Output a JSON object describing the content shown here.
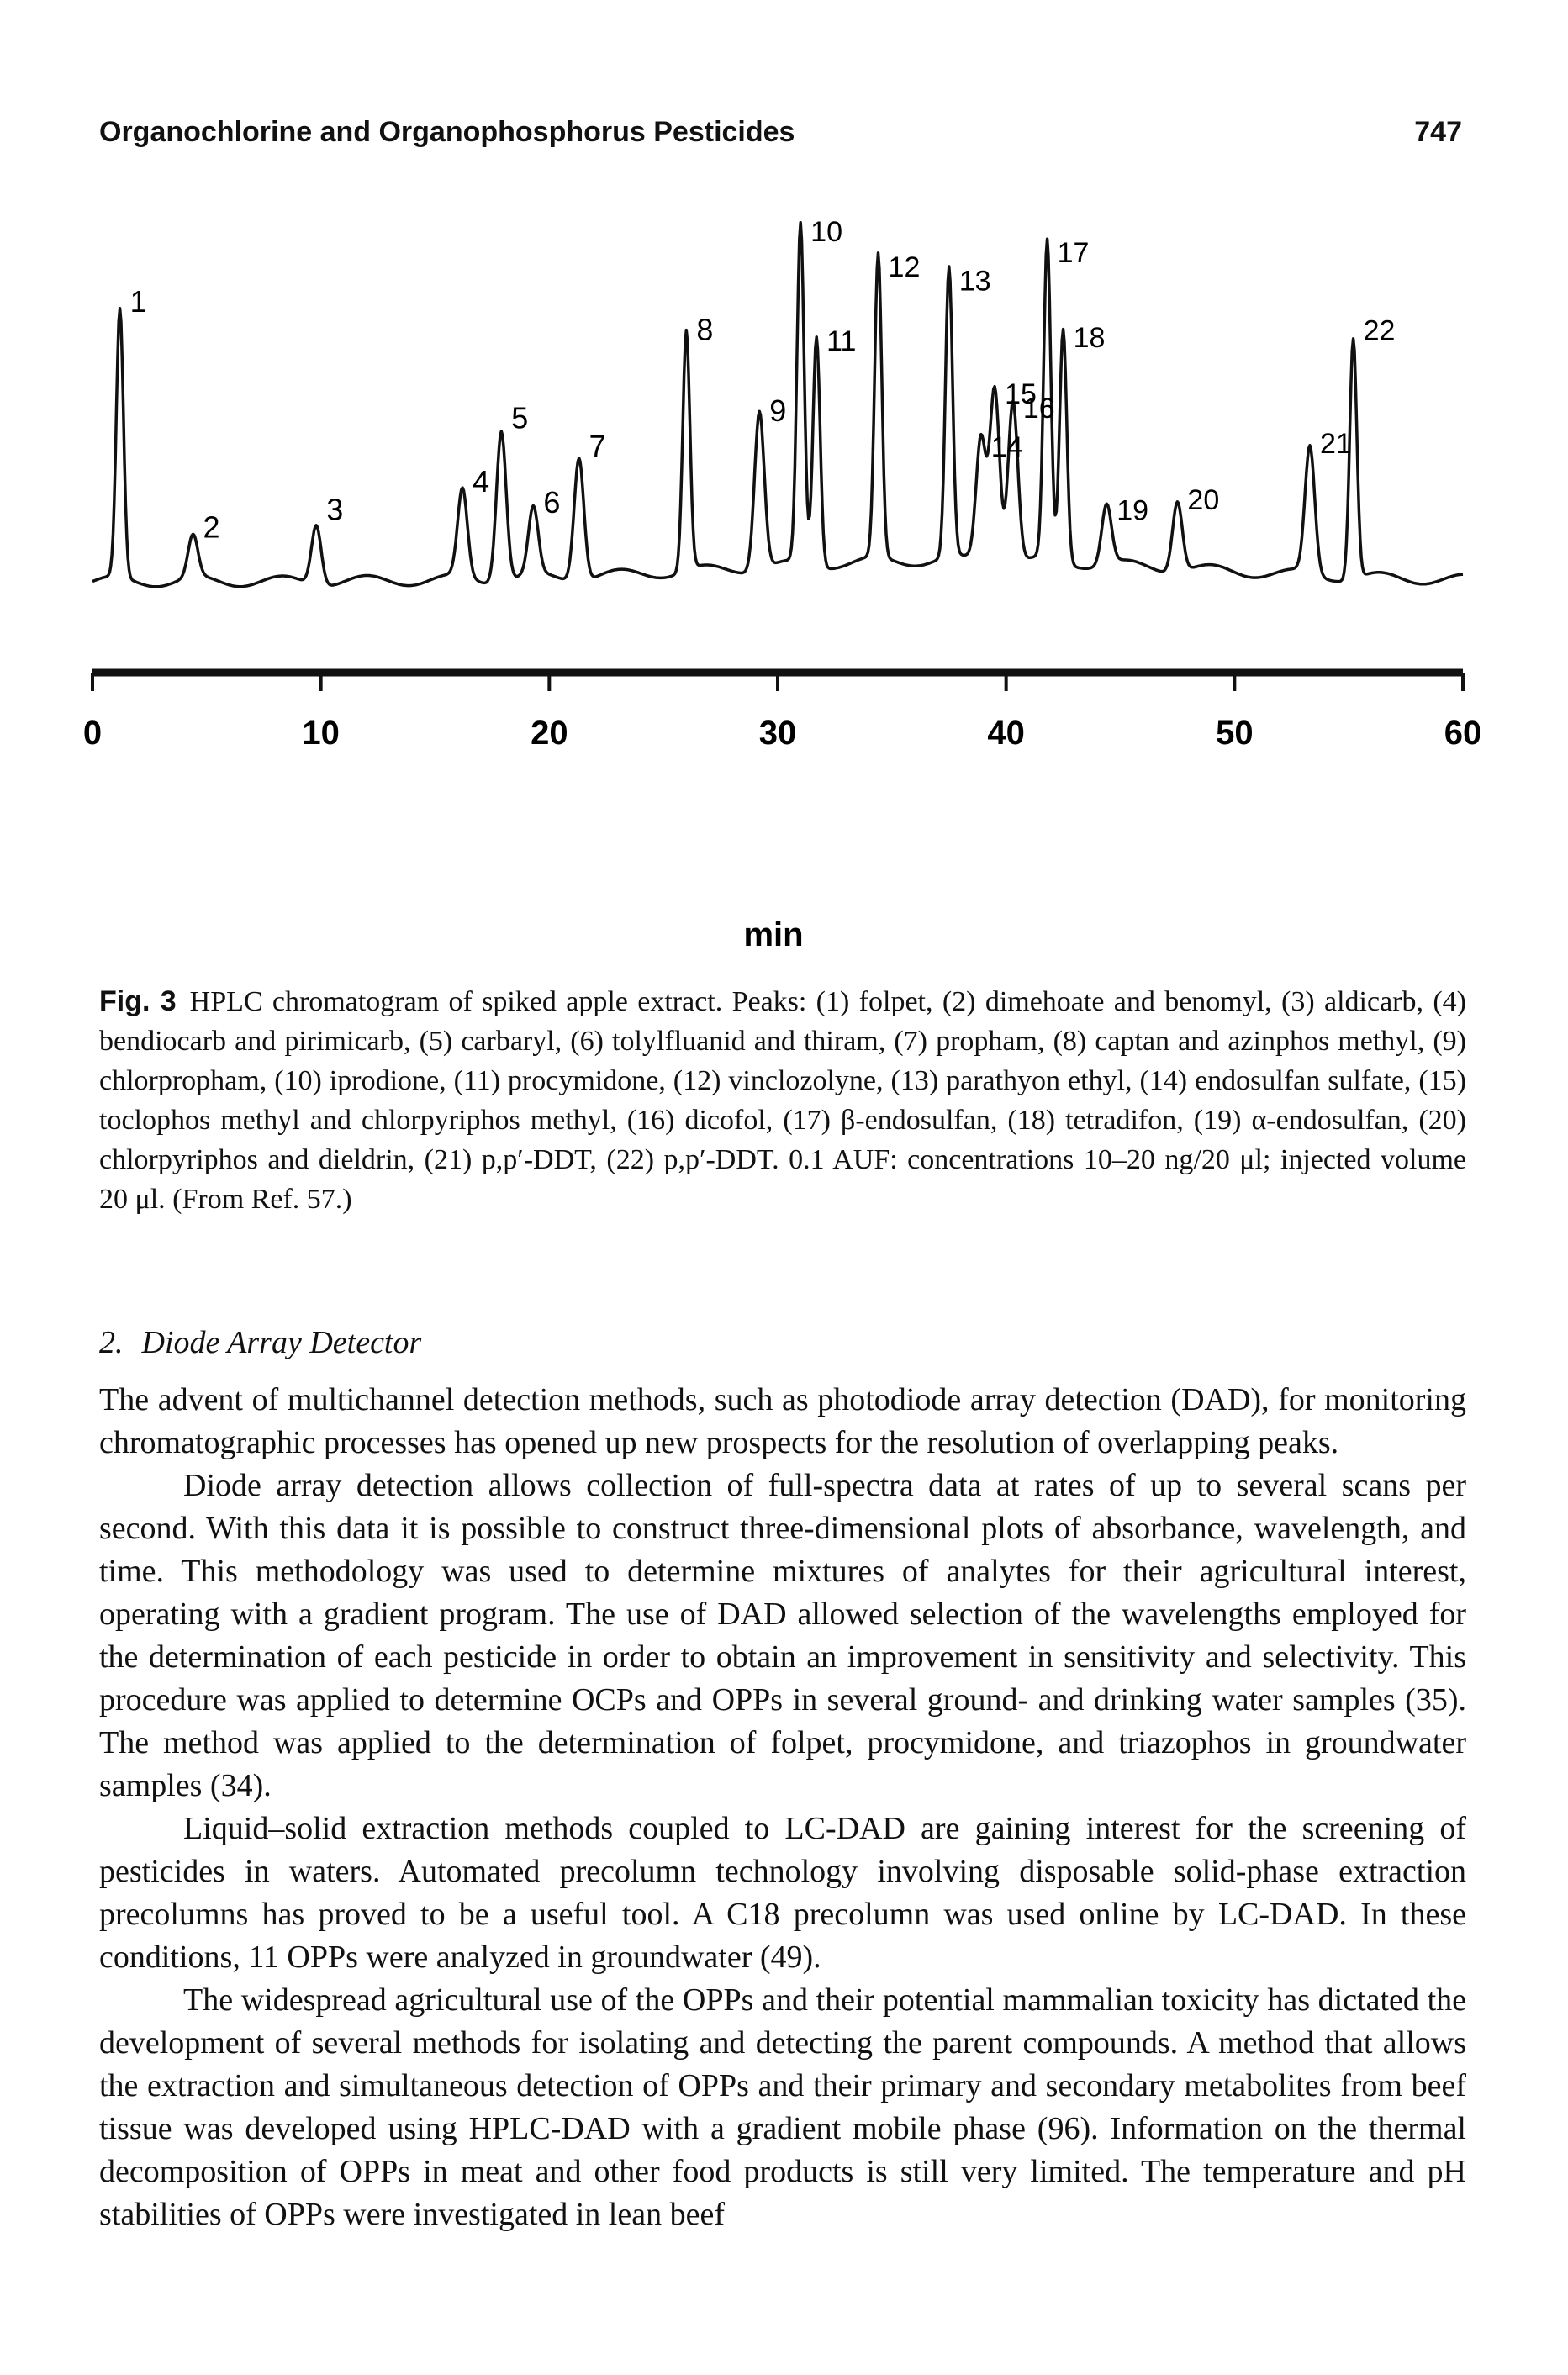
{
  "header": {
    "running_title": "Organochlorine and Organophosphorus Pesticides",
    "page_number": "747"
  },
  "figure": {
    "caption_label": "Fig. 3",
    "caption_text": "HPLC chromatogram of spiked apple extract. Peaks: (1) folpet, (2) dimehoate and benomyl, (3) aldicarb, (4) bendiocarb and pirimicarb, (5) carbaryl, (6) tolylfluanid and thiram, (7) propham, (8) captan and azinphos methyl, (9) chlorpropham, (10) iprodione, (11) procymidone, (12) vinclozolyne, (13) parathyon ethyl, (14) endosulfan sulfate, (15) toclophos methyl and chlorpyriphos methyl, (16) dicofol, (17) β-endosulfan, (18) tetradifon, (19) α-endosulfan, (20) chlorpyriphos and dieldrin, (21) p,p′-DDT, (22) p,p′-DDT. 0.1 AUF: concentrations 10–20 ng/20 μl; injected volume 20 μl. (From Ref. 57.)"
  },
  "chart_data": {
    "type": "line",
    "xlabel": "min",
    "xlim": [
      0,
      60
    ],
    "x_ticks": [
      0,
      10,
      20,
      30,
      40,
      50,
      60
    ],
    "x_tick_labels": [
      "0",
      "10",
      "20",
      "30",
      "40",
      "50",
      "60"
    ],
    "y_relative_scale": [
      0,
      100
    ],
    "peaks": [
      {
        "label": "1",
        "time": 1.2,
        "height": 76
      },
      {
        "label": "2",
        "time": 4.4,
        "height": 12
      },
      {
        "label": "3",
        "time": 9.8,
        "height": 17
      },
      {
        "label": "4",
        "time": 16.2,
        "height": 25
      },
      {
        "label": "5",
        "time": 17.9,
        "height": 43
      },
      {
        "label": "6",
        "time": 19.3,
        "height": 19
      },
      {
        "label": "7",
        "time": 21.3,
        "height": 35
      },
      {
        "label": "8",
        "time": 26.0,
        "height": 68
      },
      {
        "label": "9",
        "time": 29.2,
        "height": 45
      },
      {
        "label": "10",
        "time": 31.0,
        "height": 96
      },
      {
        "label": "11",
        "time": 31.7,
        "height": 65
      },
      {
        "label": "12",
        "time": 34.4,
        "height": 86
      },
      {
        "label": "13",
        "time": 37.5,
        "height": 82
      },
      {
        "label": "14",
        "time": 38.9,
        "height": 35
      },
      {
        "label": "15",
        "time": 39.5,
        "height": 50
      },
      {
        "label": "16",
        "time": 40.3,
        "height": 46
      },
      {
        "label": "17",
        "time": 41.8,
        "height": 90
      },
      {
        "label": "18",
        "time": 42.5,
        "height": 66
      },
      {
        "label": "19",
        "time": 44.4,
        "height": 17
      },
      {
        "label": "20",
        "time": 47.5,
        "height": 20
      },
      {
        "label": "21",
        "time": 53.3,
        "height": 36
      },
      {
        "label": "22",
        "time": 55.2,
        "height": 68
      }
    ],
    "grid": false
  },
  "section": {
    "number": "2.",
    "title": "Diode Array Detector"
  },
  "paragraphs": [
    "The advent of multichannel detection methods, such as photodiode array detection (DAD), for monitoring chromatographic processes has opened up new prospects for the resolution of overlapping peaks.",
    "Diode array detection allows collection of full-spectra data at rates of up to several scans per second. With this data it is possible to construct three-dimensional plots of absorbance, wavelength, and time. This methodology was used to determine mixtures of analytes for their agricultural interest, operating with a gradient program. The use of DAD allowed selection of the wavelengths employed for the determination of each pesticide in order to obtain an improvement in sensitivity and selectivity. This procedure was applied to determine OCPs and OPPs in several ground- and drinking water samples (35). The method was applied to the determination of folpet, procymidone, and triazophos in groundwater samples (34).",
    "Liquid–solid extraction methods coupled to LC-DAD are gaining interest for the screening of pesticides in waters. Automated precolumn technology involving disposable solid-phase extraction precolumns has proved to be a useful tool. A C18 precolumn was used online by LC-DAD. In these conditions, 11 OPPs were analyzed in groundwater (49).",
    "The widespread agricultural use of the OPPs and their potential mammalian toxicity has dictated the development of several methods for isolating and detecting the parent compounds. A method that allows the extraction and simultaneous detection of OPPs and their primary and secondary metabolites from beef tissue was developed using HPLC-DAD with a gradient mobile phase (96). Information on the thermal decomposition of OPPs in meat and other food products is still very limited. The temperature and pH stabilities of OPPs were investigated in lean beef"
  ]
}
